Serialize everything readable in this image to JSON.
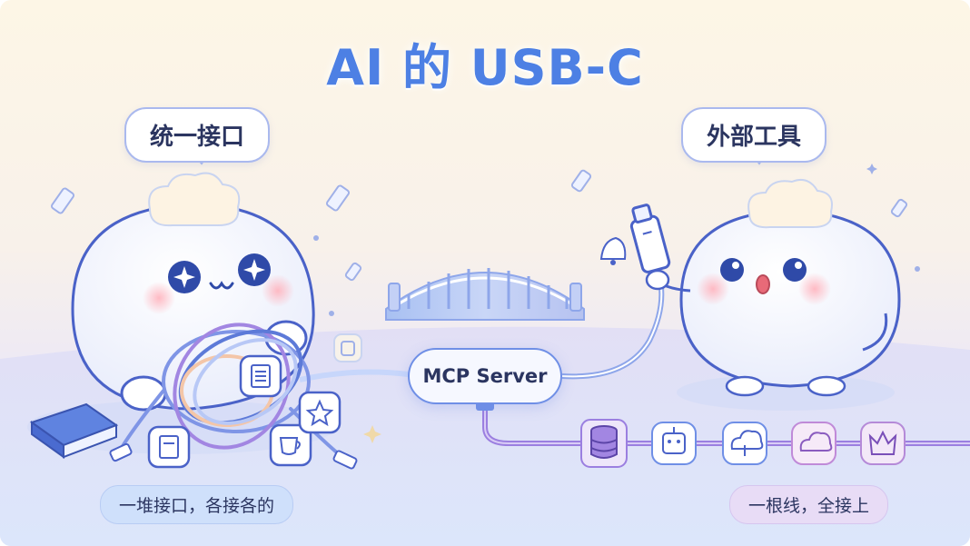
{
  "title": "AI 的 USB-C",
  "left_bubble": "统一接口",
  "right_bubble": "外部工具",
  "server_label": "MCP Server",
  "left_caption": "一堆接口，各接各的",
  "right_caption": "一根线，全接上",
  "tool_icons": [
    "database-icon",
    "robot-icon",
    "cloud-upload-icon",
    "cloud-icon",
    "crown-icon"
  ],
  "colors": {
    "title": "#4d80e4",
    "accent_blue": "#6f8fe6",
    "accent_purple": "#a07ce0",
    "character_outline": "#4a62c8"
  }
}
